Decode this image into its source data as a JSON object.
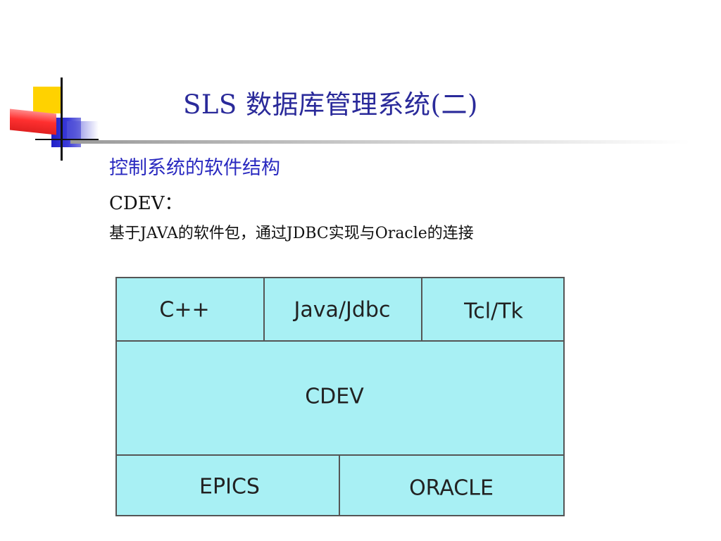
{
  "slide": {
    "title": "SLS 数据库管理系统(二)",
    "subheading": "控制系统的软件结构",
    "label": "CDEV：",
    "description": "基于JAVA的软件包，通过JDBC实现与Oracle的连接"
  },
  "diagram": {
    "top_row": [
      "C++",
      "Java/Jdbc",
      "Tcl/Tk"
    ],
    "middle": "CDEV",
    "bottom_row": [
      "EPICS",
      "ORACLE"
    ]
  },
  "colors": {
    "title": "#2a2a9a",
    "subheading": "#2a2ac0",
    "diagram_fill": "#a8f0f4",
    "logo_yellow": "#ffd200",
    "logo_blue": "#2020c8",
    "logo_red": "#ff3030"
  }
}
